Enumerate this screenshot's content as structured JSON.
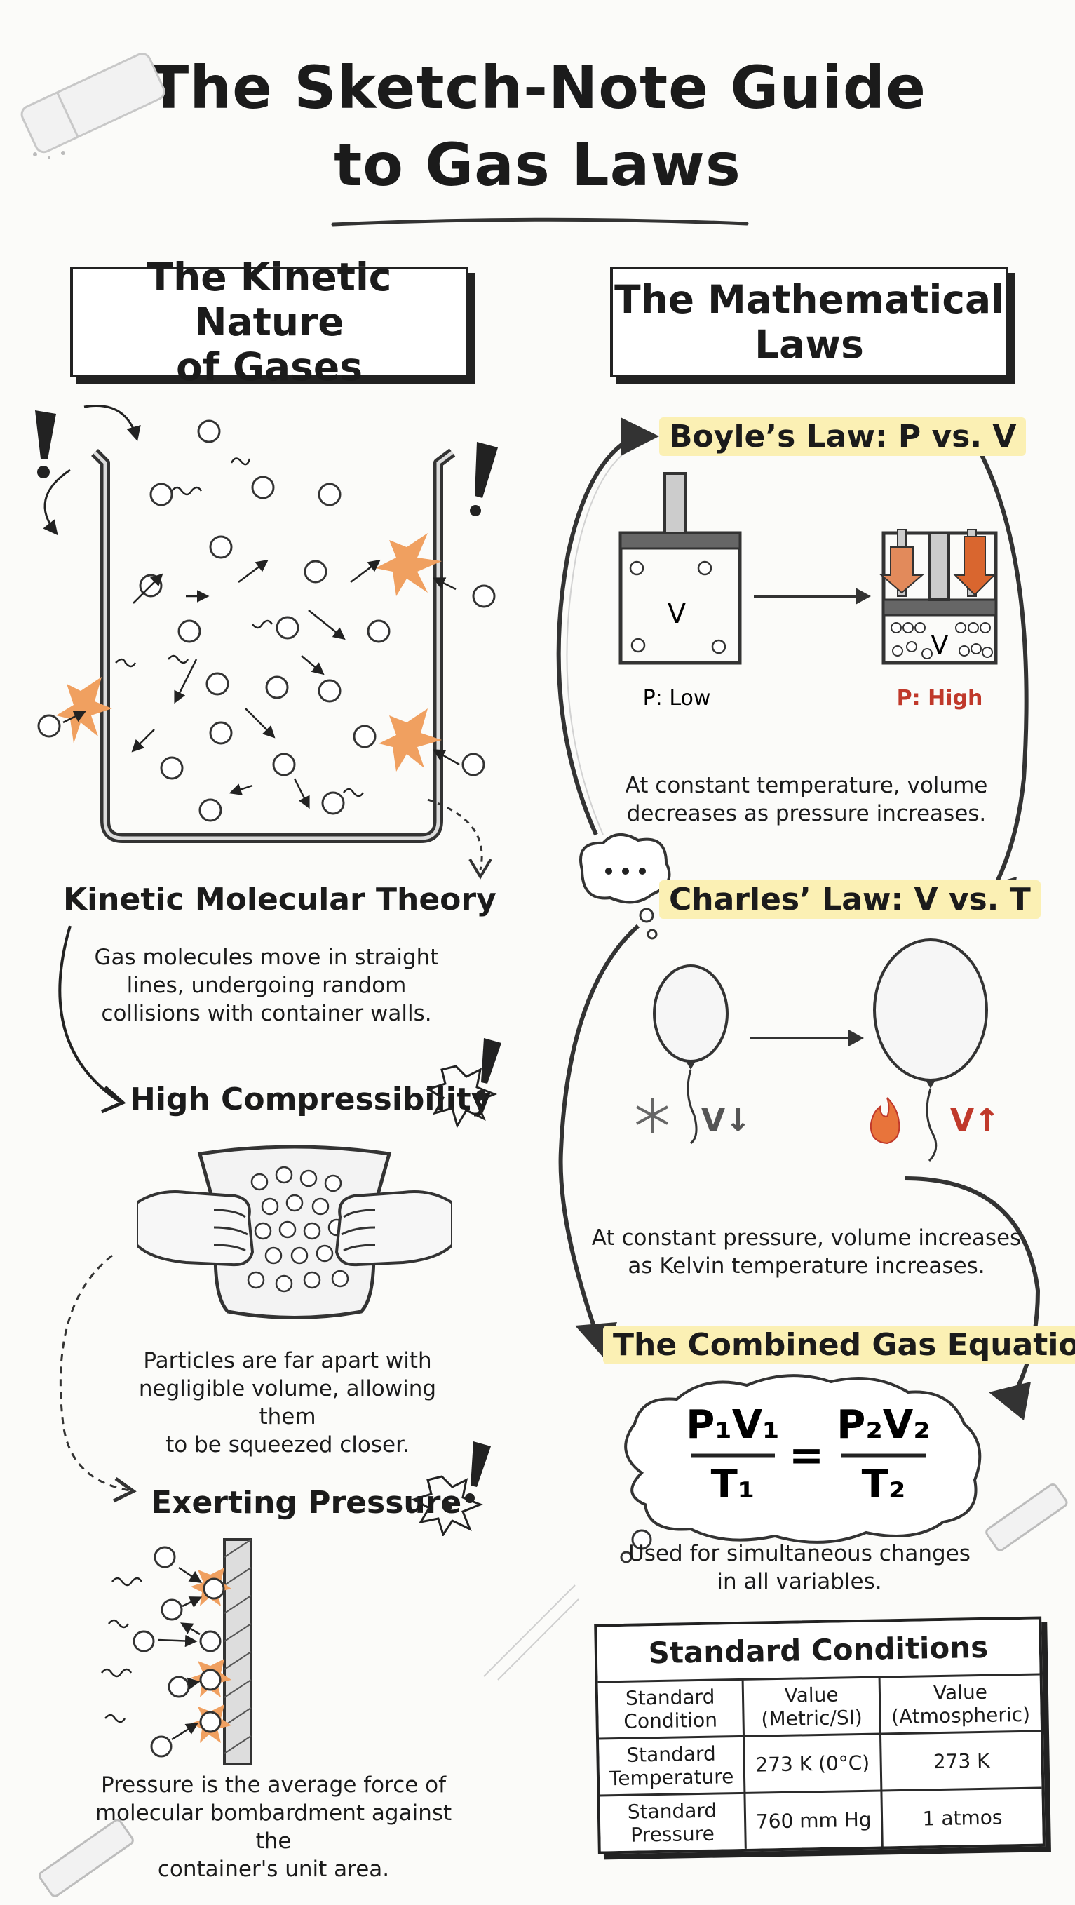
{
  "title": "The Sketch-Note Guide\nto Gas Laws",
  "left": {
    "header": "The Kinetic Nature\nof Gases",
    "kmt": {
      "title": "Kinetic Molecular Theory",
      "text": "Gas molecules move in straight\nlines, undergoing random\ncollisions with container walls."
    },
    "compress": {
      "title": "High Compressibility",
      "text": "Particles are far apart with\nnegligible volume, allowing them\nto be squeezed closer."
    },
    "pressure": {
      "title": "Exerting Pressure",
      "text": "Pressure is the average force of\nmolecular bombardment against the\ncontainer's unit area."
    }
  },
  "right": {
    "header": "The Mathematical\nLaws",
    "boyle": {
      "title": "Boyle’s Law: P vs. V",
      "v_label": "V",
      "low": "P: Low",
      "high": "P: High",
      "text": "At constant temperature, volume\ndecreases as pressure increases."
    },
    "charles": {
      "title": "Charles’ Law: V vs. T",
      "v_down": "V↓",
      "v_up": "V↑",
      "text": "At constant pressure, volume increases\nas Kelvin temperature increases."
    },
    "combined": {
      "title": "The Combined Gas Equation",
      "lhs_num": "P₁V₁",
      "lhs_den": "T₁",
      "equals": "=",
      "rhs_num": "P₂V₂",
      "rhs_den": "T₂",
      "text": "Used for simultaneous changes\nin all variables."
    },
    "table": {
      "caption": "Standard Conditions",
      "headers": [
        "Standard\nCondition",
        "Value\n(Metric/SI)",
        "Value\n(Atmospheric)"
      ],
      "rows": [
        [
          "Standard\nTemperature",
          "273 K (0°C)",
          "273 K"
        ],
        [
          "Standard\nPressure",
          "760 mm Hg",
          "1 atmos"
        ]
      ]
    }
  },
  "colors": {
    "ink": "#1b1b1b",
    "highlight": "#fbf0b4",
    "red": "#c0392b",
    "orange": "#e8743b",
    "gray": "#8a8a8a"
  }
}
